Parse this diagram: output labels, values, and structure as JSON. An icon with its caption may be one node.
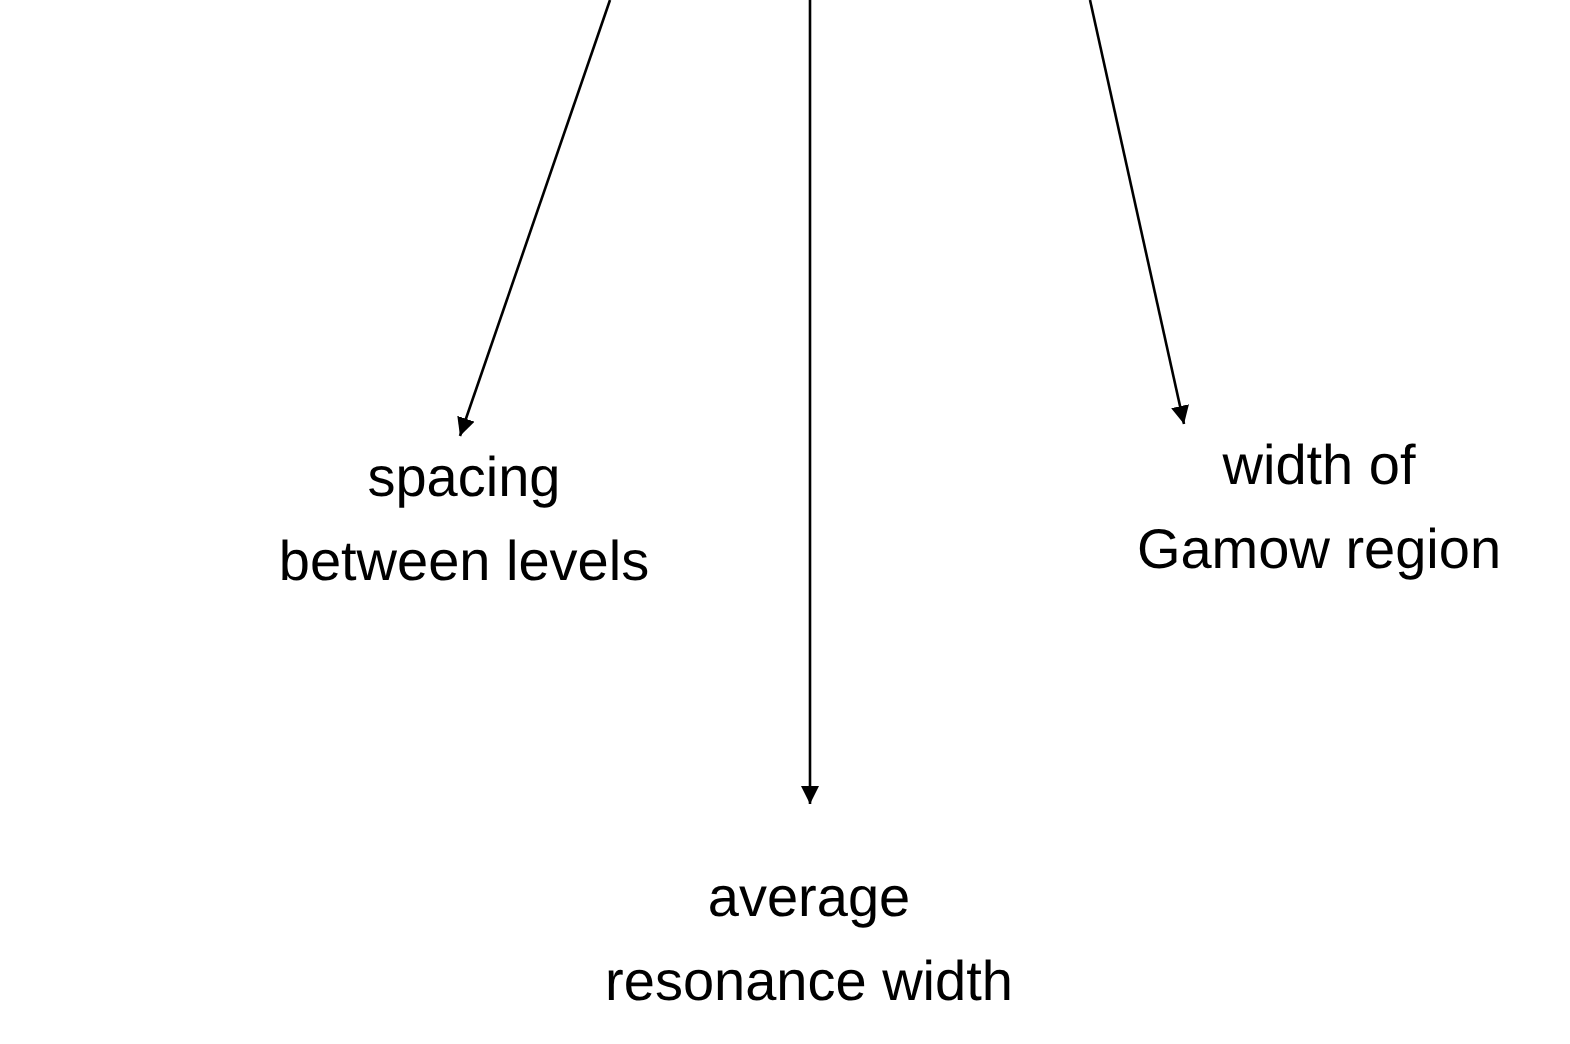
{
  "diagram": {
    "nodes": [
      {
        "text": [
          "spacing between levels"
        ]
      },
      {
        "text": [
          "width of Gamow region"
        ]
      },
      {
        "text": [
          "average resonance width"
        ]
      }
    ],
    "edges": [
      {
        "from": null,
        "to": 0,
        "arrow": "to"
      },
      {
        "from": null,
        "to": 2,
        "arrow": "to"
      },
      {
        "from": null,
        "to": 1,
        "arrow": "to"
      }
    ]
  }
}
